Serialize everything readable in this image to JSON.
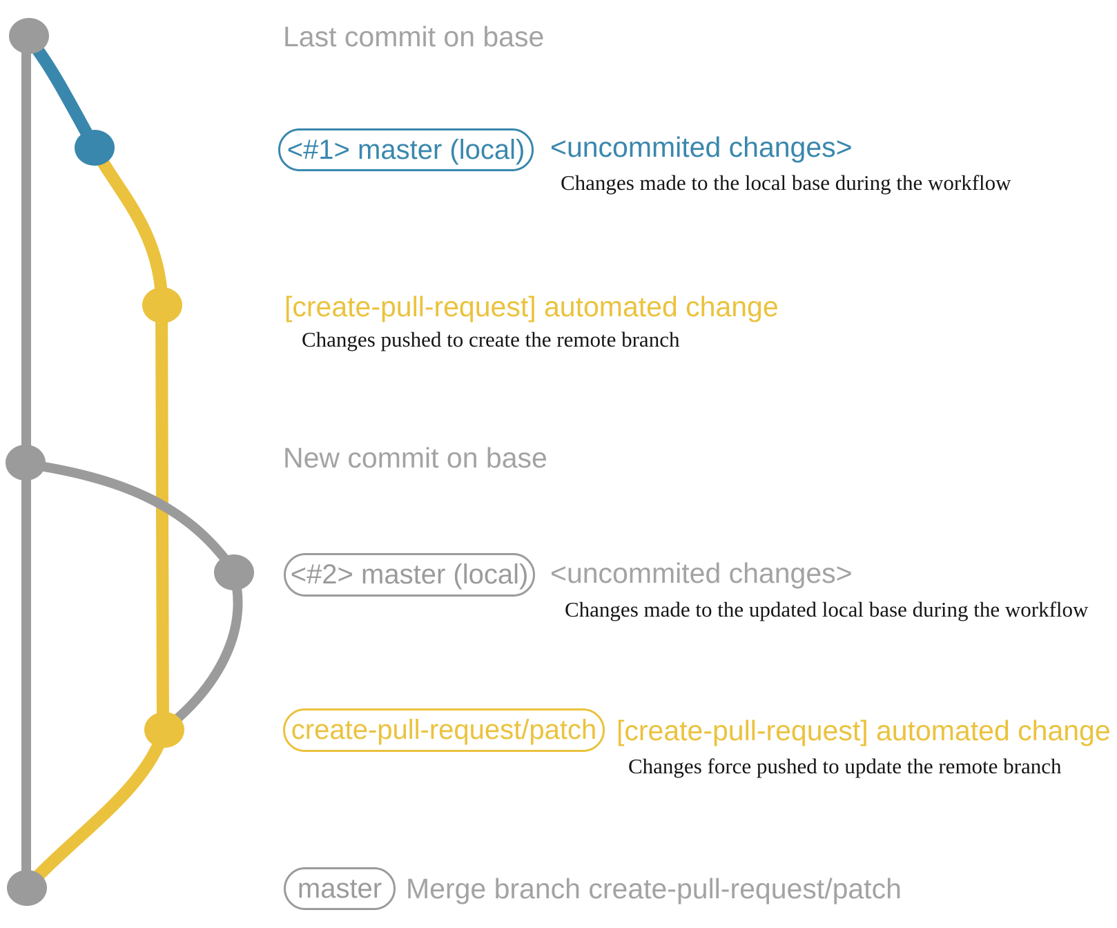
{
  "colors": {
    "branch_gray": "#9b9b9b",
    "branch_blue": "#3a87ad",
    "branch_yellow": "#ebc23d",
    "text_gray": "#a3a3a3",
    "description_black": "#151515"
  },
  "graph": {
    "commits": [
      {
        "id": "last-commit-on-base",
        "color": "gray"
      },
      {
        "id": "local-workflow-commit-1",
        "color": "blue"
      },
      {
        "id": "remote-branch-commit-1",
        "color": "yellow"
      },
      {
        "id": "new-commit-on-base",
        "color": "gray"
      },
      {
        "id": "local-workflow-commit-2",
        "color": "gray"
      },
      {
        "id": "remote-branch-commit-2",
        "color": "yellow"
      },
      {
        "id": "merge-commit",
        "color": "gray"
      }
    ]
  },
  "rows": {
    "last_commit": {
      "label": "Last commit on base"
    },
    "commit1": {
      "badge": "<#1> master (local)",
      "title": "<uncommited changes>",
      "description": "Changes made to the local base during the workflow"
    },
    "push1": {
      "title": "[create-pull-request] automated change",
      "description": "Changes pushed to create the remote branch"
    },
    "new_commit": {
      "label": "New commit on base"
    },
    "commit2": {
      "badge": "<#2> master (local)",
      "title": "<uncommited changes>",
      "description": "Changes made to the updated local base during the workflow"
    },
    "push2": {
      "badge": "create-pull-request/patch",
      "title": "[create-pull-request] automated change",
      "description": "Changes force pushed to update the remote branch"
    },
    "merge": {
      "badge": "master",
      "label": "Merge branch create-pull-request/patch"
    }
  }
}
